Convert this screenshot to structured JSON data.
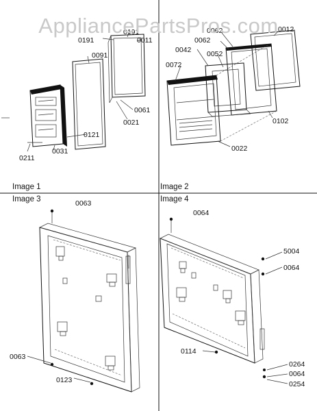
{
  "watermark": "AppliancePartsPros.com",
  "captions": {
    "image1": "Image 1",
    "image2": "Image 2",
    "image3": "Image 3",
    "image4": "Image 4"
  },
  "parts_image1": {
    "p0191a": "0191",
    "p0191b": "0191",
    "p0011": "0011",
    "p0091": "0091",
    "p0061": "0061",
    "p0021": "0021",
    "p0121": "0121",
    "p0031": "0031",
    "p0211": "0211"
  },
  "parts_image2": {
    "p0062a": "0062",
    "p0012": "0012",
    "p0062b": "0062",
    "p0042": "0042",
    "p0052": "0052",
    "p0072": "0072",
    "p0102": "0102",
    "p0022": "0022"
  },
  "parts_image3": {
    "p0063a": "0063",
    "p0063b": "0063",
    "p0123": "0123"
  },
  "parts_image4": {
    "p0064a": "0064",
    "p5004": "5004",
    "p0064b": "0064",
    "p0114": "0114",
    "p0264": "0264",
    "p0064c": "0064",
    "p0254": "0254"
  }
}
